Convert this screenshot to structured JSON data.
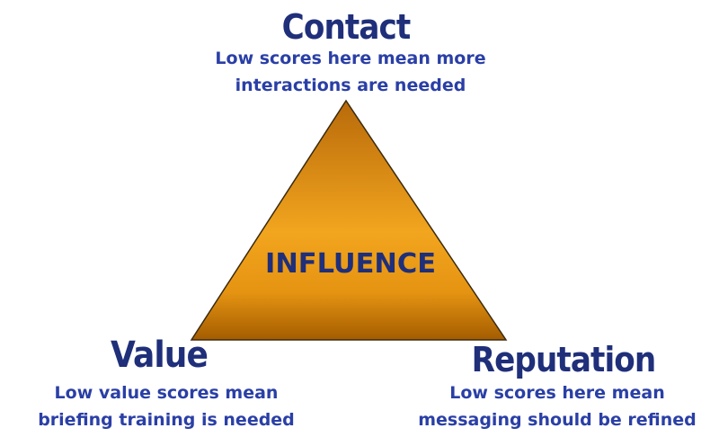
{
  "diagram": {
    "center_label": "INFLUENCE",
    "nodes": {
      "top": {
        "title": "Contact",
        "description": [
          "Low scores here mean more",
          "interactions are needed"
        ]
      },
      "left": {
        "title": "Value",
        "description": [
          "Low value scores mean",
          "briefing training is needed"
        ]
      },
      "right": {
        "title": "Reputation",
        "description": [
          "Low scores here mean",
          "messaging should be refined"
        ]
      }
    },
    "colors": {
      "text_dark": "#1f2f7a",
      "text_blue": "#2a3fa6",
      "triangle_top": "#c8780a",
      "triangle_mid": "#f0a020",
      "triangle_bottom": "#b86a00"
    }
  }
}
